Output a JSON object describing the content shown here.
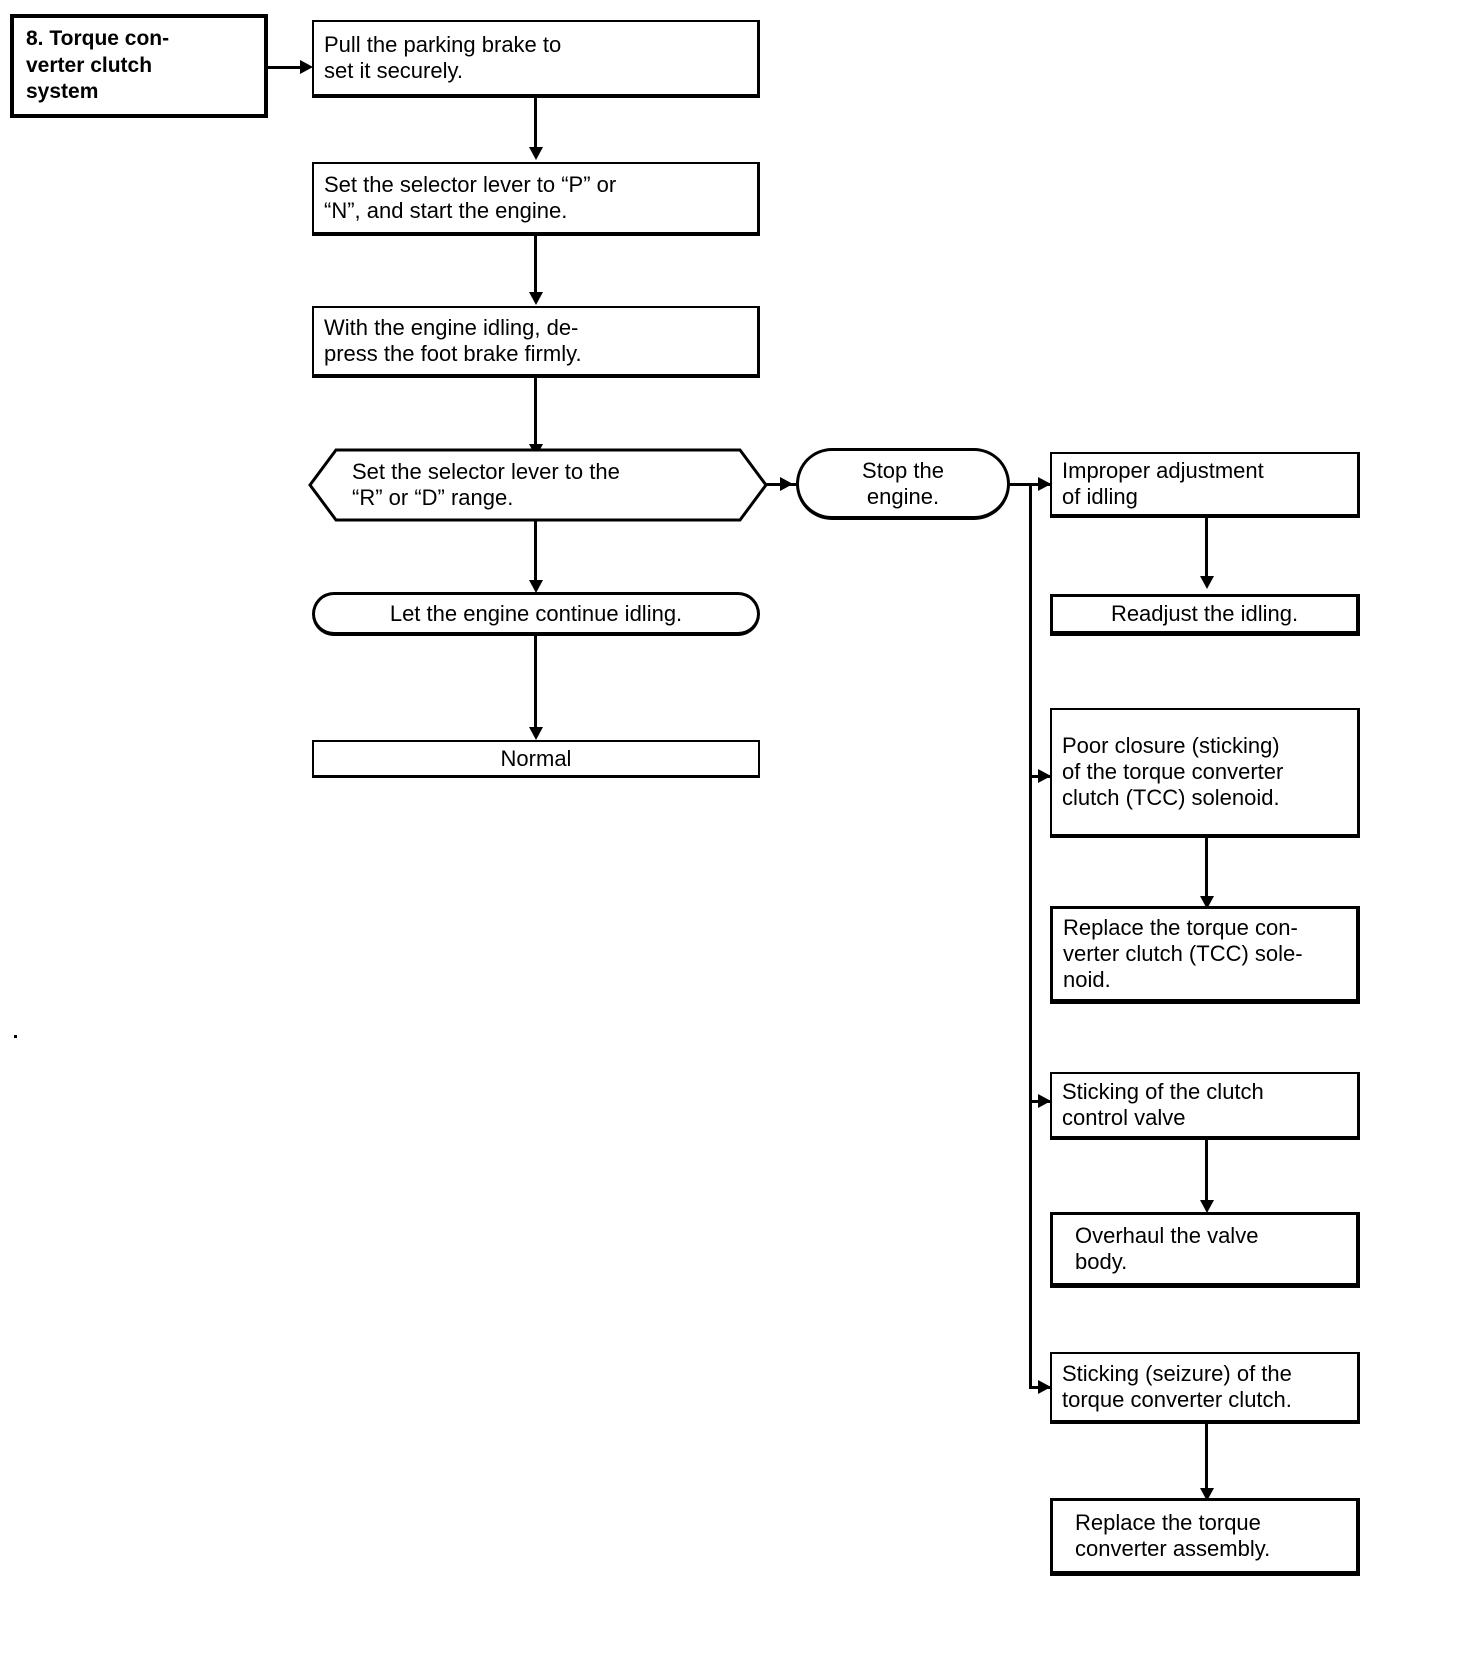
{
  "diagram": {
    "title": "8. Torque con-\nverter clutch\nsystem",
    "title_plain": "8. Torque converter clutch system",
    "type": "flowchart",
    "ink_color": "#000000",
    "paper_color": "#ffffff"
  },
  "main_column": {
    "step1": "Pull the parking brake to\nset it securely.",
    "step2": "Set the selector lever to “P” or\n“N”, and start the engine.",
    "step3": "With  the  engine  idling,  de-\npress  the  foot  brake  firmly.",
    "decision": "Set  the  selector  lever  to  the\n“R” or “D” range.",
    "idle": "Let  the  engine  continue  idling.",
    "result": "Normal"
  },
  "branch": {
    "stop_engine": "Stop  the\nengine."
  },
  "faults": [
    {
      "cause": "Improper  adjustment\nof  idling",
      "remedy": "Readjust  the  idling."
    },
    {
      "cause": "Poor closure (sticking)\nof the torque converter\nclutch (TCC) solenoid.",
      "remedy": "Replace the torque con-\nverter clutch (TCC) sole-\nnoid."
    },
    {
      "cause": "Sticking   of   the   clutch\ncontrol  valve",
      "remedy": "Overhaul  the  valve\nbody."
    },
    {
      "cause": "Sticking (seizure) of the\ntorque converter clutch.",
      "remedy": "Replace  the  torque\nconverter  assembly."
    }
  ]
}
